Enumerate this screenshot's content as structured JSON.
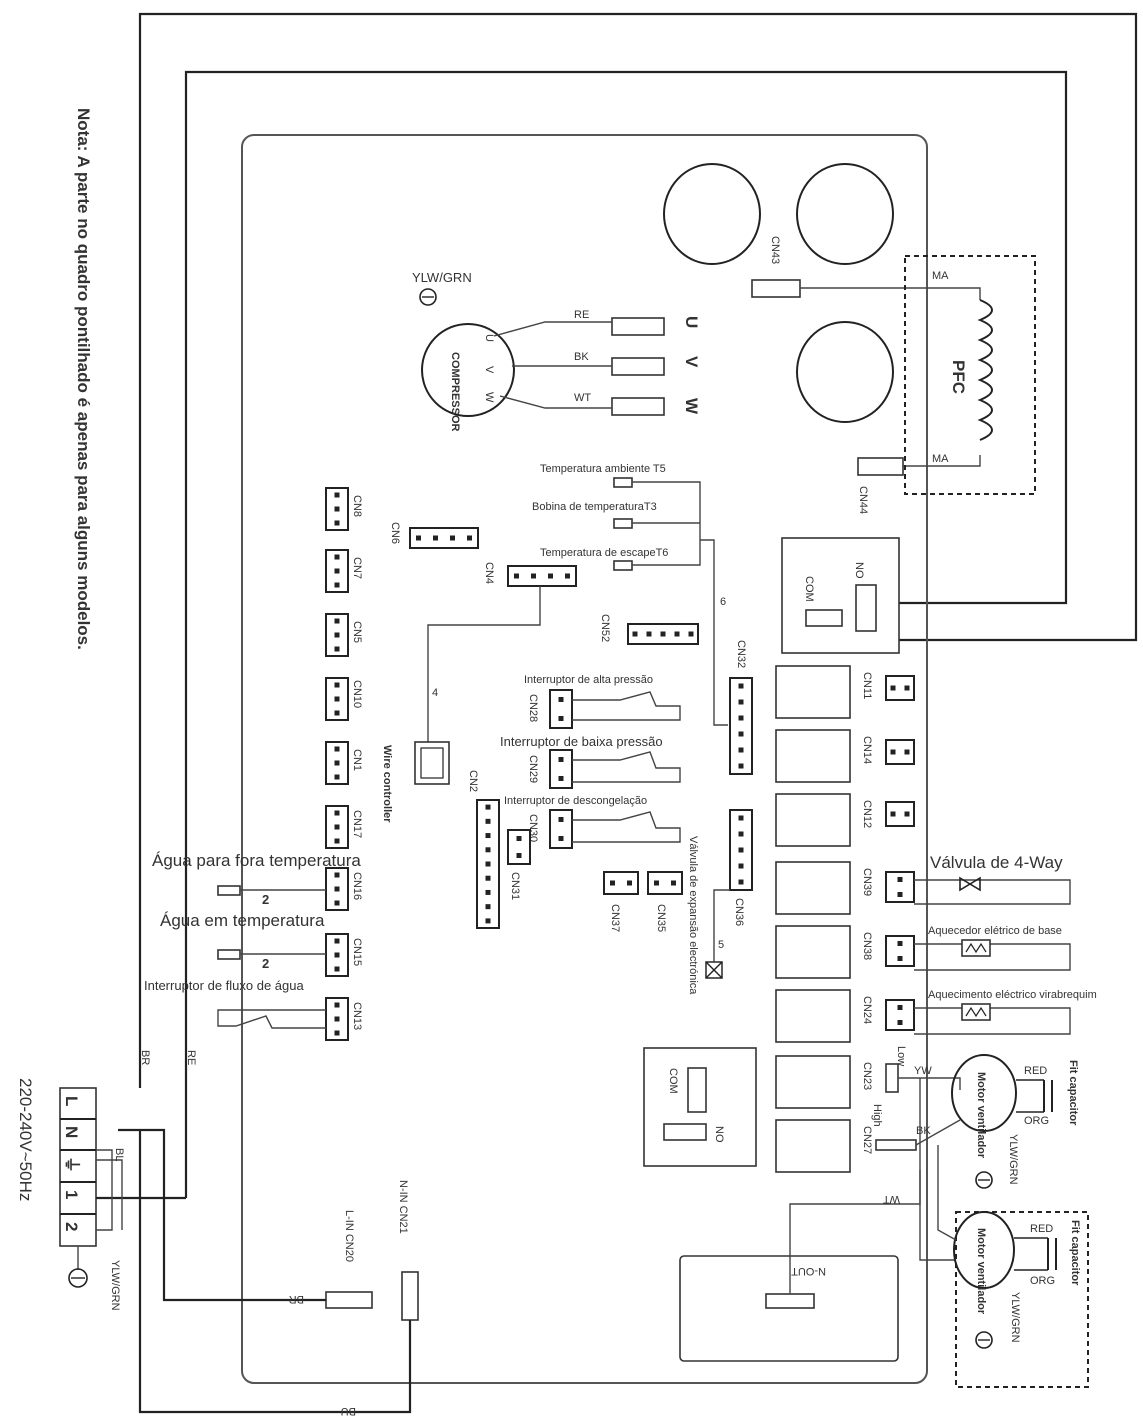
{
  "note": "Nota: A parte no quadro pontilhado é apenas para alguns modelos.",
  "power": {
    "voltage": "220-240V~50Hz",
    "terminals": [
      "L",
      "N",
      "⏚",
      "1",
      "2"
    ],
    "ground_label": "YLW/GRN"
  },
  "compressor": {
    "ground_label": "YLW/GRN",
    "name": "COMPRESSOR",
    "wires": [
      "RE",
      "BK",
      "WT"
    ],
    "phases": [
      "U",
      "V",
      "W"
    ]
  },
  "pfc": {
    "label": "PFC",
    "terminal": "MA"
  },
  "connectors": {
    "CN43": "CN43",
    "CN44": "CN44",
    "CN8": "CN8",
    "CN7": "CN7",
    "CN5": "CN5",
    "CN10": "CN10",
    "CN1": "CN1",
    "CN17": "CN17",
    "CN16": "CN16",
    "CN15": "CN15",
    "CN13": "CN13",
    "CN6": "CN6",
    "CN4": "CN4",
    "CN32": "CN32",
    "CN2": "CN2",
    "CN28": "CN28",
    "CN29": "CN29",
    "CN30": "CN30",
    "CN31": "CN31",
    "CN37": "CN37",
    "CN35": "CN35",
    "CN36": "CN36",
    "CN11": "CN11",
    "CN14": "CN14",
    "CN12": "CN12",
    "CN39": "CN39",
    "CN38": "CN38",
    "CN24": "CN24",
    "CN23": "CN23",
    "CN27": "CN27",
    "CN20": "L-IN CN20",
    "CN21": "N-IN CN21",
    "NOUT": "N-OUT"
  },
  "relay": {
    "com": "COM",
    "no": "NO"
  },
  "labels": {
    "temp_ambiente": "Temperatura ambiente T5",
    "bobina": "Bobina de temperaturaT3",
    "escape": "Temperatura de escapeT6",
    "alta": "Interruptor de alta pressão",
    "baixa": "Interruptor de baixa pressão",
    "descong": "Interruptor de descongelação",
    "agua_fora": "Água para fora temperatura",
    "agua_em": "Água em temperatura",
    "fluxo": "Interruptor de fluxo de água",
    "wire_controller": "Wire controller",
    "exp_valve": "Válvula de expansão electrónica",
    "four_way": "Válvula de 4-Way",
    "aquecedor_base": "Aquecedor elétrico de base",
    "aquecimento_vira": "Aquecimento eléctrico virabrequim",
    "motor": "Motor ventilador",
    "capacitor": "Fit capacitor",
    "low": "Low",
    "high": "High",
    "yw": "YW",
    "red": "RED",
    "org": "ORG",
    "ylwgrn": "YLW/GRN"
  },
  "wire_colors": {
    "br": "BR",
    "re": "RE",
    "bl": "BL",
    "bk": "BK",
    "wt": "WT",
    "bu": "BU"
  },
  "bus_counts": {
    "six": "6",
    "four": "4",
    "two_a": "2",
    "two_b": "2",
    "five": "5"
  }
}
